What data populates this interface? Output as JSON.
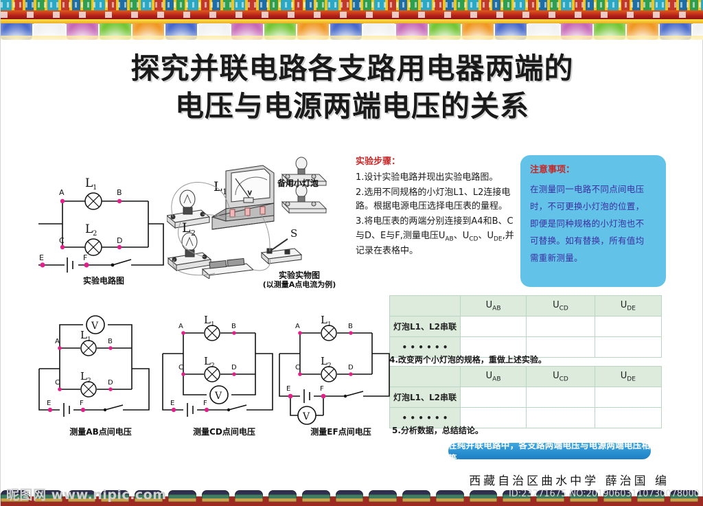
{
  "title": {
    "line1": "探究并联电路各支路用电器两端的",
    "line2": "电压与电源两端电压的关系"
  },
  "steps": {
    "heading": "实验步骤：",
    "items": [
      "1.设计实验电路并现出实验电路图。",
      "2.选用不同规格的小灯泡L1、L2连接电路。根据电源电压选择电压表的量程。",
      "3.将电压表的两端分别连接到A4和B、C与D、E与F,测量电压UAB、UCD、UDE,并记录在表格中。"
    ],
    "step3_a": "3.将电压表的两端分别连接到A4和",
    "step3_b": "B、C与D、E与F,测量电压U",
    "step3_b_sub": "AB",
    "step3_b_tail": "、",
    "step3_c_u1": "U",
    "step3_c_sub1": "CD",
    "step3_c_mid": "、U",
    "step3_c_sub2": "DE",
    "step3_c_tail": ",并记录在表格中。",
    "step4": "4.改变两个小灯泡的规格，重做上述实验。",
    "step5": "5.分析数据，总结结论。"
  },
  "notice": {
    "heading": "注意事项：",
    "lines": [
      "在测量同一电路不同点间电压",
      "时，不可更换小灯泡的位置，",
      "即便是同种规格的小灯泡也不",
      "可替换。如有替换，所有值均",
      "需重新测量。"
    ],
    "bg_color": "#63c2e8",
    "text_color": "#3b2fa0",
    "heading_color": "#c62828"
  },
  "tables": {
    "headers": [
      "",
      "UAB",
      "UCD",
      "UDE"
    ],
    "header_u": "U",
    "header_subs": [
      "AB",
      "CD",
      "DE"
    ],
    "row1_label": "灯泡L1、L2串联",
    "row2_label": "• • • • • •",
    "cells": [
      "",
      "",
      ""
    ],
    "header_bg": "#dcebdc",
    "border_color": "#b9d6c4"
  },
  "conclusion": {
    "text": "在纯并联电路中，各支路两端电压与电源两端电压相等。",
    "bg_color": "#2f93d4"
  },
  "captions": {
    "circuit_main": "实验电路图",
    "apparatus": "实验实物图",
    "apparatus_sub": "(以测量A点电流为例)",
    "spare_bulbs": "备用小灯泡",
    "diagram_ab": "测量AB点间电压",
    "diagram_cd": "测量CD点间电压",
    "diagram_ef": "测量EF点间电压"
  },
  "labels": {
    "L1": "L",
    "L1sub": "1",
    "L2": "L",
    "L2sub": "2",
    "A": "A",
    "B": "B",
    "C": "C",
    "D": "D",
    "E": "E",
    "F": "F",
    "S": "S",
    "V": "V"
  },
  "signature": "西藏自治区曲水中学 薛治国 编",
  "watermark": {
    "text": "昵图网 www.nipic.com",
    "id": "ID:23271675 NO:20190603110730078000"
  },
  "decor": {
    "flag_colors": [
      "#3f63c8",
      "#f0f0f0",
      "#c463b4",
      "#6ec42e",
      "#f0941c",
      "#3f63c8",
      "#f0f0f0",
      "#c463b4",
      "#6ec42e",
      "#f0941c",
      "#3f63c8",
      "#f0f0f0",
      "#c463b4",
      "#6ec42e",
      "#f0941c",
      "#3f63c8",
      "#f0f0f0",
      "#c463b4",
      "#6ec42e",
      "#f0941c",
      "#3f63c8",
      "#f0f0f0"
    ]
  }
}
